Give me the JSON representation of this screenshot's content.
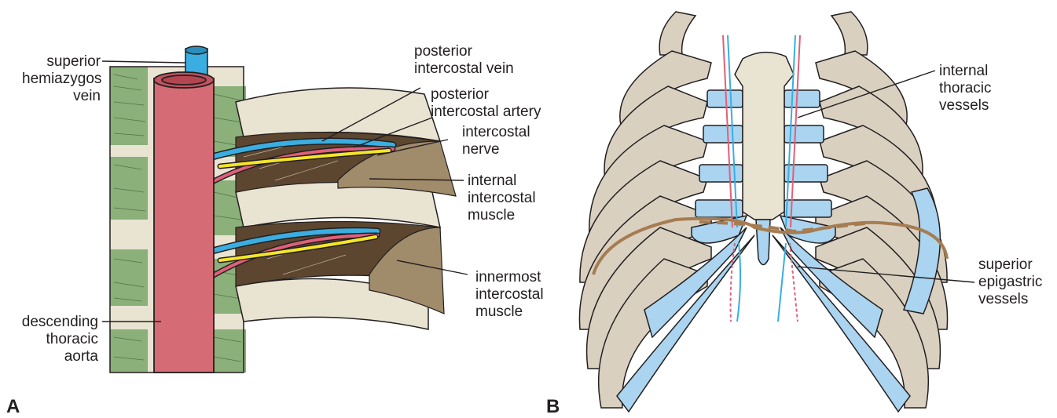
{
  "panels": {
    "a": {
      "letter": "A",
      "labels": {
        "superior_hemiazygos_vein": "superior\nhemiazygos\nvein",
        "posterior_intercostal_vein": "posterior\nintercostal vein",
        "posterior_intercostal_artery": "posterior\nintercostal artery",
        "intercostal_nerve": "intercostal\nnerve",
        "internal_intercostal_muscle": "internal\nintercostal\nmuscle",
        "innermost_intercostal_muscle": "innermost\nintercostal\nmuscle",
        "descending_thoracic_aorta": "descending\nthoracic\naorta"
      }
    },
    "b": {
      "letter": "B",
      "labels": {
        "internal_thoracic_vessels": "internal\nthoracic\nvessels",
        "superior_epigastric_vessels": "superior\nepigastric\nvessels"
      }
    }
  },
  "colors": {
    "aorta": "#d56b74",
    "vein": "#3aaee0",
    "artery": "#e0607a",
    "nerve": "#f5e52a",
    "muscle": "#a08b6b",
    "rib": "#d9d0c0",
    "cartilage": "#aad4ef",
    "green_tissue": "#8bb07a",
    "diaphragm": "#a67c52"
  }
}
